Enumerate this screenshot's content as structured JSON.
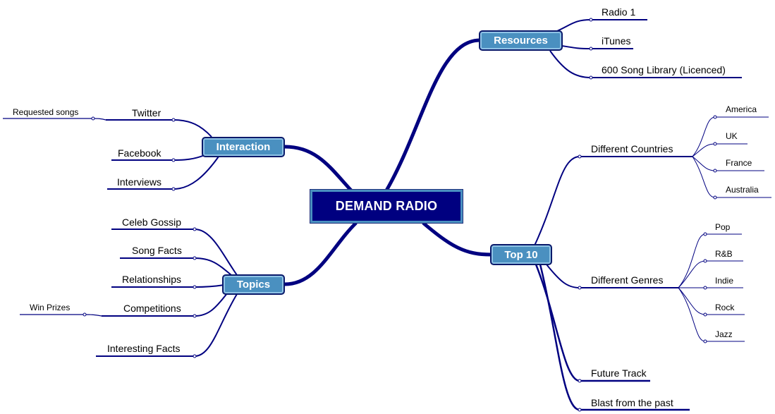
{
  "center": {
    "label": "DEMAND RADIO"
  },
  "branches": {
    "resources": {
      "label": "Resources",
      "children": [
        "Radio 1",
        "iTunes",
        "600 Song Library (Licenced)"
      ]
    },
    "interaction": {
      "label": "Interaction",
      "twitter": "Twitter",
      "twitter_child": "Requested songs",
      "facebook": "Facebook",
      "interviews": "Interviews"
    },
    "topics": {
      "label": "Topics",
      "celeb_gossip": "Celeb Gossip",
      "song_facts": "Song Facts",
      "relationships": "Relationships",
      "competitions": "Competitions",
      "competitions_child": "Win Prizes",
      "interesting_facts": "Interesting Facts"
    },
    "top10": {
      "label": "Top 10",
      "countries": {
        "label": "Different Countries",
        "children": [
          "America",
          "UK",
          "France",
          "Australia"
        ]
      },
      "genres": {
        "label": "Different Genres",
        "children": [
          "Pop",
          "R&B",
          "Indie",
          "Rock",
          "Jazz"
        ]
      },
      "future_track": "Future Track",
      "blast": "Blast from the past"
    }
  },
  "colors": {
    "center_fill": "#000080",
    "node_fill": "#4a90c0",
    "link_stroke": "#000080"
  }
}
